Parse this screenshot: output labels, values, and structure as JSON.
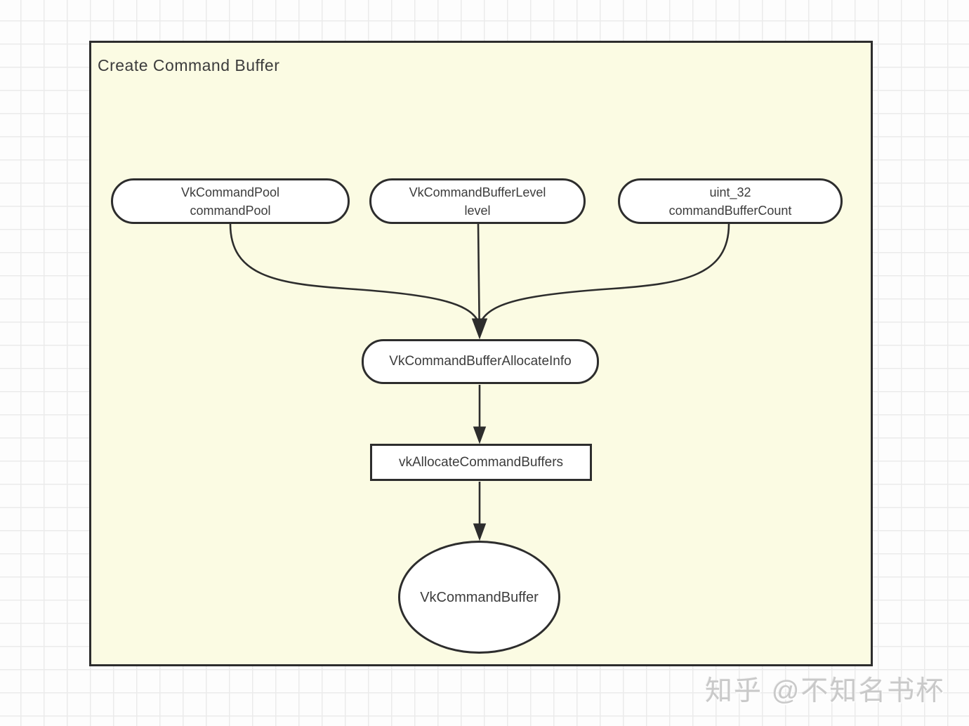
{
  "page": {
    "watermark": "知乎 @不知名书杯"
  },
  "diagram": {
    "title": "Create Command Buffer",
    "nodes": {
      "command_pool": {
        "line1": "VkCommandPool",
        "line2": "commandPool",
        "shape": "rounded-rect"
      },
      "buffer_level": {
        "line1": "VkCommandBufferLevel",
        "line2": "level",
        "shape": "rounded-rect"
      },
      "buffer_count": {
        "line1": "uint_32",
        "line2": "commandBufferCount",
        "shape": "rounded-rect"
      },
      "allocate_info": {
        "label": "VkCommandBufferAllocateInfo",
        "shape": "rounded-rect"
      },
      "allocate_call": {
        "label": "vkAllocateCommandBuffers",
        "shape": "rect"
      },
      "command_buffer": {
        "label": "VkCommandBuffer",
        "shape": "ellipse"
      }
    },
    "edges": [
      {
        "from": "command_pool",
        "to": "allocate_info"
      },
      {
        "from": "buffer_level",
        "to": "allocate_info"
      },
      {
        "from": "buffer_count",
        "to": "allocate_info"
      },
      {
        "from": "allocate_info",
        "to": "allocate_call"
      },
      {
        "from": "allocate_call",
        "to": "command_buffer"
      }
    ],
    "colors": {
      "canvas_fill": "#fbfbe3",
      "node_fill": "#ffffff",
      "stroke": "#2d2d2d",
      "text": "#3c3c3c",
      "page_bg": "#fdfdfd",
      "grid_line": "#ebebeb",
      "watermark": "#c9c9c9"
    }
  }
}
